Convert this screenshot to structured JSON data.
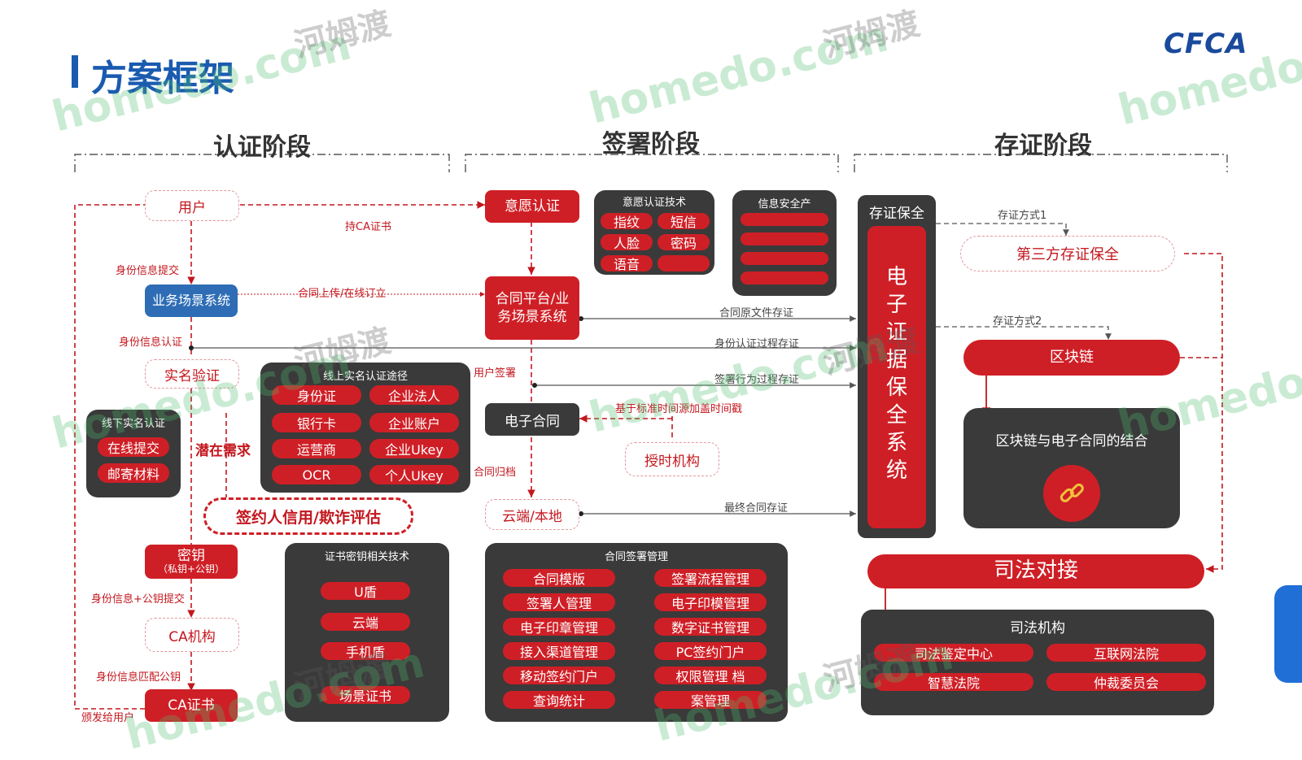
{
  "title": "方案框架",
  "logo": "CFCA",
  "phases": {
    "auth": "认证阶段",
    "sign": "签署阶段",
    "store": "存证阶段"
  },
  "auth": {
    "user": "用户",
    "biz_system": "业务场景系统",
    "realname": "实名验证",
    "offline_title": "线下实名认证",
    "offline_items": [
      "在线提交",
      "邮寄材料"
    ],
    "online_title": "线上实名认证途径",
    "online_items": [
      "身份证",
      "企业法人",
      "银行卡",
      "企业账户",
      "运营商",
      "企业Ukey",
      "OCR",
      "个人Ukey"
    ],
    "potential": "潜在需求",
    "credit": "签约人信用/欺诈评估",
    "key": "密钥",
    "key_sub": "（私钥+公钥）",
    "ca_org": "CA机构",
    "ca_cert": "CA证书",
    "cert_tech_title": "证书密钥相关技术",
    "cert_tech_items": [
      "U盾",
      "云端",
      "手机盾",
      "场景证书"
    ],
    "labels": {
      "hold_ca": "持CA证书",
      "id_submit": "身份信息提交",
      "contract_upload": "合同上传/在线订立",
      "id_auth": "身份信息认证",
      "id_key_submit": "身份信息+公钥提交",
      "id_match": "身份信息匹配公钥",
      "issue": "颁发给用户"
    }
  },
  "sign": {
    "will_auth": "意愿认证",
    "will_tech_title": "意愿认证技术",
    "will_tech_items": [
      "指纹",
      "短信",
      "人脸",
      "密码",
      "语音",
      ""
    ],
    "infosec_title": "信息安全产",
    "contract_platform": "合同平台/业务场景系统",
    "econtract": "电子合同",
    "tsa": "授时机构",
    "cloud": "云端/本地",
    "mgmt_title": "合同签署管理",
    "mgmt_left": [
      "合同模版",
      "签署人管理",
      "电子印章管理",
      "接入渠道管理",
      "移动签约门户",
      "查询统计"
    ],
    "mgmt_right": [
      "签署流程管理",
      "电子印模管理",
      "数字证书管理",
      "PC签约门户",
      "权限管理 档",
      "案管理"
    ],
    "labels": {
      "user_sign": "用户签署",
      "archive": "合同归档",
      "timestamp": "基于标准时间源加盖时间戳",
      "orig_doc": "合同原文件存证",
      "id_process": "身份认证过程存证",
      "sign_process": "签署行为过程存证",
      "final": "最终合同存证"
    }
  },
  "store": {
    "preserve_title": "存证保全",
    "preserve_system": [
      "电",
      "子",
      "证",
      "据",
      "保",
      "全",
      "系",
      "统"
    ],
    "method1": "存证方式1",
    "third_party": "第三方存证保全",
    "method2": "存证方式2",
    "blockchain": "区块链",
    "bc_combo": "区块链与电子合同的结合",
    "judicial": "司法对接",
    "judicial_org_title": "司法机构",
    "judicial_orgs": [
      "司法鉴定中心",
      "互联网法院",
      "智慧法院",
      "仲裁委员会"
    ]
  },
  "watermarks": {
    "brand": "homedo.com",
    "cn": "河姆渡"
  },
  "colors": {
    "red": "#cf1f26",
    "dark": "#3a3a3a",
    "blue": "#2e6db5",
    "title_blue": "#1a5bb0"
  }
}
